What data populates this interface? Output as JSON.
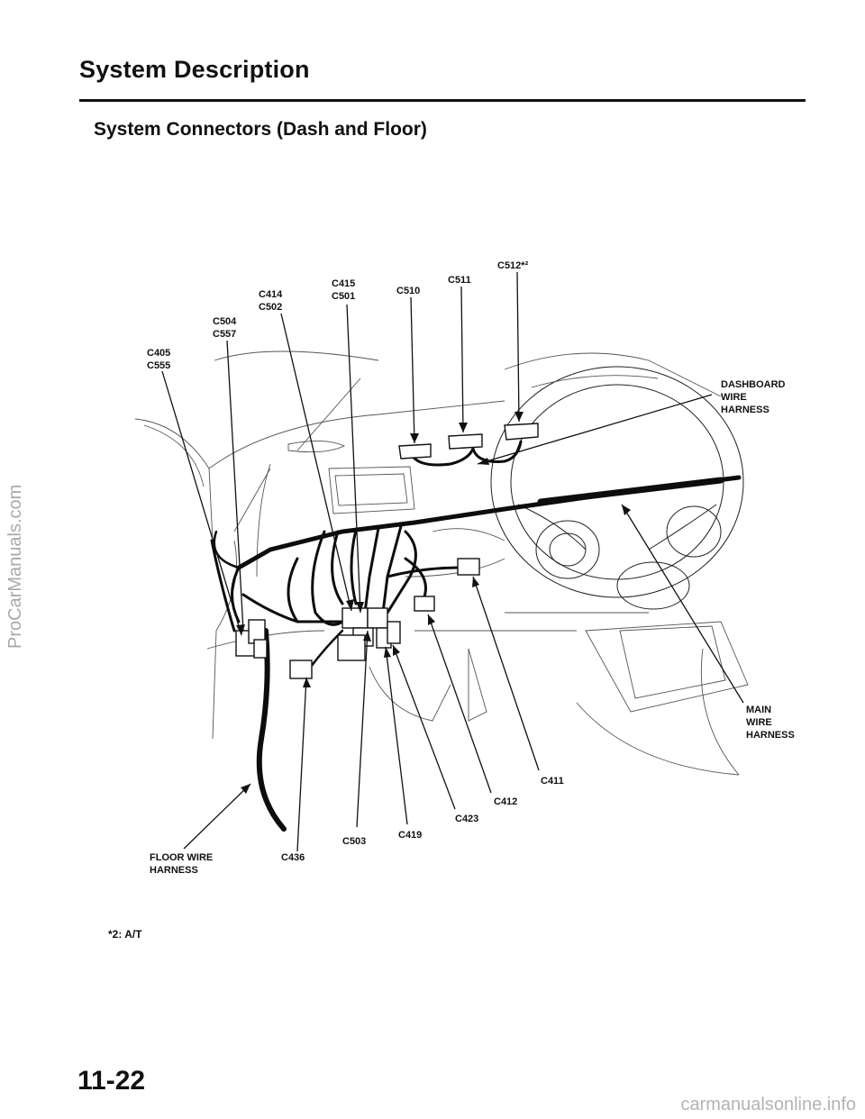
{
  "header": {
    "title": "System Description",
    "subtitle": "System Connectors (Dash and Floor)"
  },
  "labels": {
    "c405": "C405",
    "c555": "C555",
    "c504": "C504",
    "c557": "C557",
    "c414": "C414",
    "c502": "C502",
    "c415": "C415",
    "c501": "C501",
    "c510": "C510",
    "c511": "C511",
    "c512": "C512*²",
    "dashboard_1": "DASHBOARD",
    "dashboard_2": "WIRE",
    "dashboard_3": "HARNESS",
    "main_1": "MAIN",
    "main_2": "WIRE",
    "main_3": "HARNESS",
    "c411": "C411",
    "c412": "C412",
    "c423": "C423",
    "c419": "C419",
    "c503": "C503",
    "c436": "C436",
    "floor_1": "FLOOR WIRE",
    "floor_2": "HARNESS"
  },
  "footnote": "*2: A/T",
  "page_number": "11-22",
  "watermarks": {
    "left": "ProCarManuals.com",
    "bottom": "carmanualsonline.info"
  }
}
